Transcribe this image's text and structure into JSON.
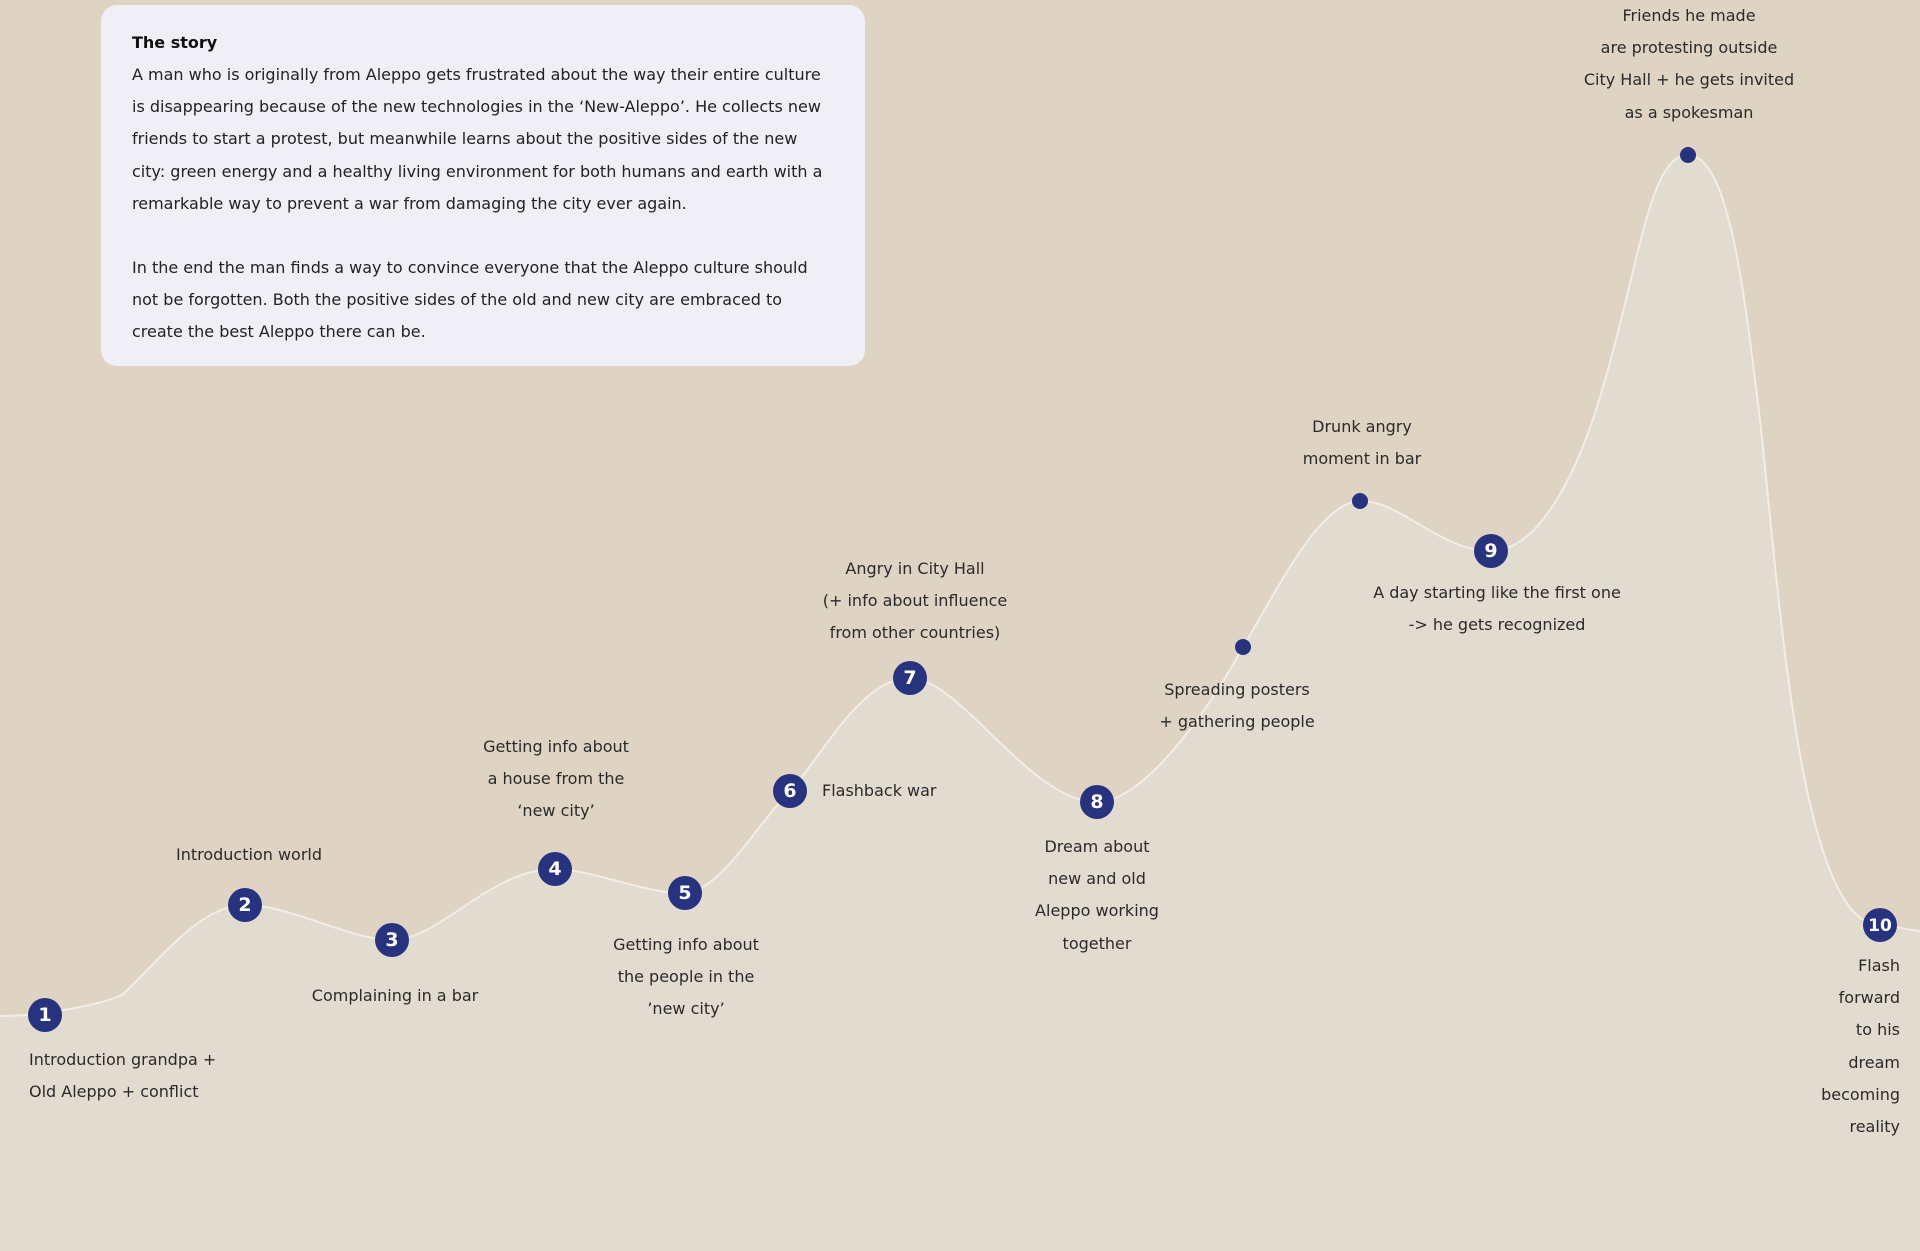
{
  "colors": {
    "background": "#dfd3c3",
    "area_fill": "#e2dbd0",
    "curve_stroke": "#f2ede6",
    "card": "#f0eff5",
    "marker": "#27337f",
    "marker_text": "#ffffff"
  },
  "story": {
    "title": "The story",
    "paragraph_1": "A man who is originally from Aleppo gets frustrated about the way their entire culture is disappearing because of the new technologies in the ‘New-Aleppo’. He collects new friends to start a protest, but meanwhile learns about the positive sides of the new city: green energy and a healthy living environment for both humans and earth with a remarkable way to prevent a war from damaging the city ever again.",
    "paragraph_2": "In the end the man finds a way to convince everyone that the Aleppo culture should not be forgotten. Both the positive sides of the old and new city are embraced to create the best Aleppo there can be."
  },
  "beats": [
    {
      "number": "1",
      "text": "Introduction grandpa +\nOld Aleppo + conflict"
    },
    {
      "number": "2",
      "text": "Introduction world"
    },
    {
      "number": "3",
      "text": "Complaining in a bar"
    },
    {
      "number": "4",
      "text": "Getting info about\na house from the\n‘new city’"
    },
    {
      "number": "5",
      "text": "Getting info about\nthe people in the\n’new city’"
    },
    {
      "number": "6",
      "text": "Flashback war"
    },
    {
      "number": "7",
      "text": "Angry in City Hall\n(+ info about influence\nfrom other countries)"
    },
    {
      "number": "8",
      "text": "Dream about\nnew and old\nAleppo working\ntogether"
    },
    {
      "number": "",
      "text": "Spreading posters\n+ gathering people"
    },
    {
      "number": "",
      "text": "Drunk angry\nmoment in bar"
    },
    {
      "number": "9",
      "text": "A day starting like the first one\n-> he gets recognized"
    },
    {
      "number": "",
      "text": "Friends he made\nare protesting outside\nCity Hall + he gets invited\nas a spokesman"
    },
    {
      "number": "10",
      "text": "Flash forward to his dream\nbecoming reality"
    }
  ]
}
